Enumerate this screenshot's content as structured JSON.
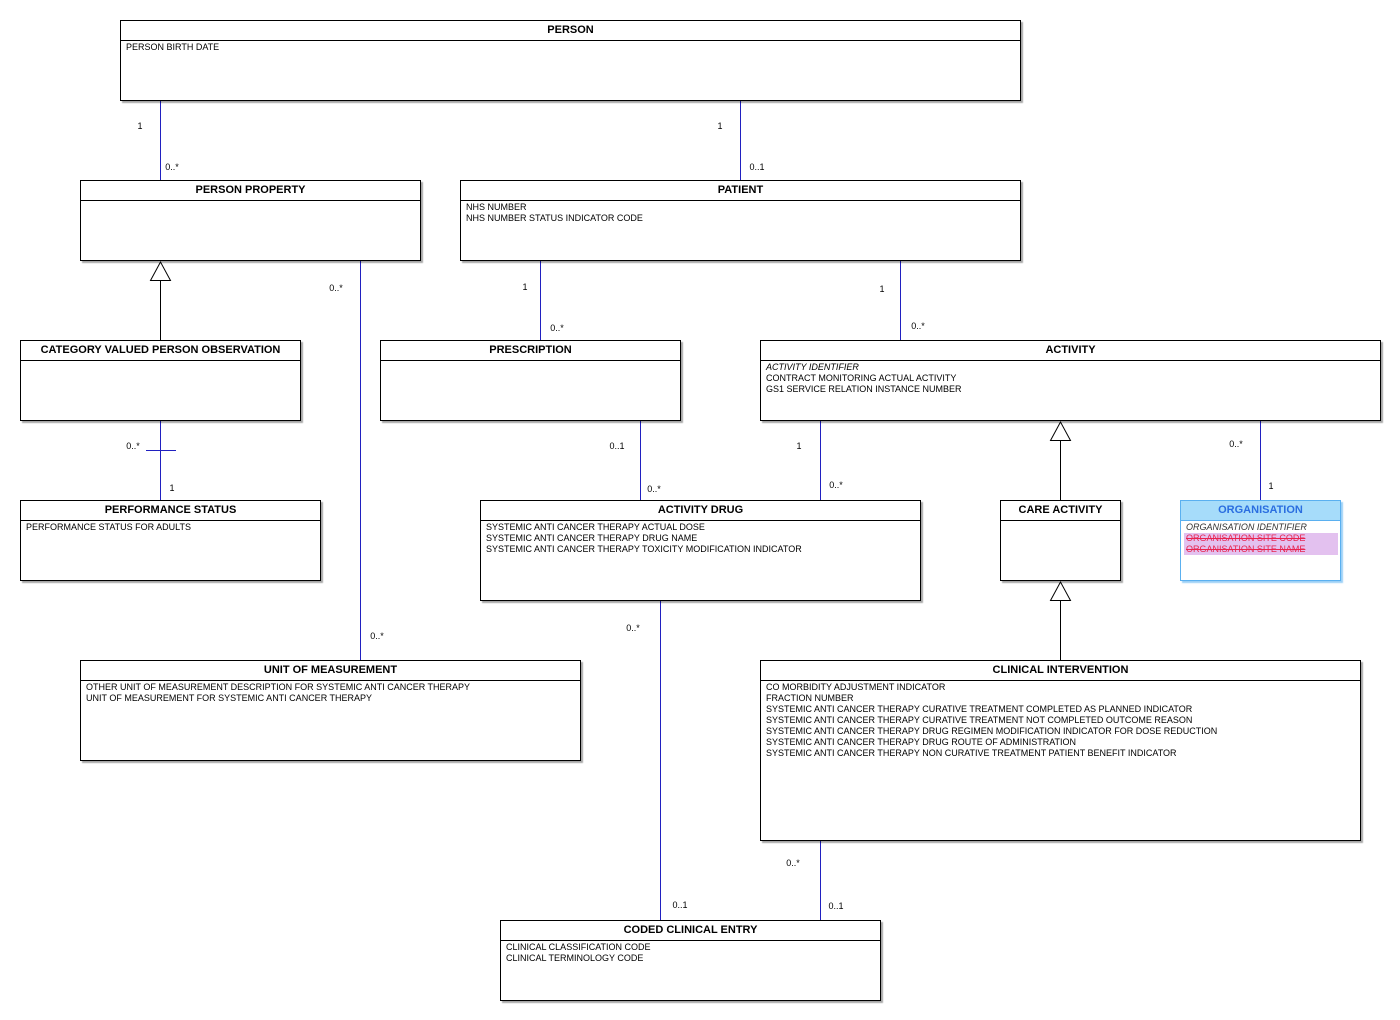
{
  "classes": {
    "person": {
      "name": "PERSON",
      "attributes": [
        "PERSON BIRTH DATE"
      ]
    },
    "person_property": {
      "name": "PERSON PROPERTY",
      "attributes": []
    },
    "patient": {
      "name": "PATIENT",
      "attributes": [
        "NHS NUMBER",
        "NHS NUMBER STATUS INDICATOR CODE"
      ]
    },
    "category_valued_person_observation": {
      "name": "CATEGORY VALUED PERSON OBSERVATION",
      "attributes": []
    },
    "prescription": {
      "name": "PRESCRIPTION",
      "attributes": []
    },
    "activity": {
      "name": "ACTIVITY",
      "attributes": [
        "ACTIVITY IDENTIFIER",
        "CONTRACT MONITORING ACTUAL ACTIVITY",
        "GS1 SERVICE RELATION INSTANCE NUMBER"
      ]
    },
    "performance_status": {
      "name": "PERFORMANCE STATUS",
      "attributes": [
        "PERFORMANCE STATUS FOR ADULTS"
      ]
    },
    "activity_drug": {
      "name": "ACTIVITY DRUG",
      "attributes": [
        "SYSTEMIC ANTI CANCER THERAPY ACTUAL DOSE",
        "SYSTEMIC ANTI CANCER THERAPY DRUG NAME",
        "SYSTEMIC ANTI CANCER THERAPY TOXICITY MODIFICATION INDICATOR"
      ]
    },
    "care_activity": {
      "name": "CARE ACTIVITY",
      "attributes": []
    },
    "organisation": {
      "name": "ORGANISATION",
      "attributes": [
        "ORGANISATION IDENTIFIER",
        "ORGANISATION SITE CODE",
        "ORGANISATION SITE NAME"
      ]
    },
    "unit_of_measurement": {
      "name": "UNIT OF MEASUREMENT",
      "attributes": [
        "OTHER UNIT OF MEASUREMENT DESCRIPTION FOR SYSTEMIC ANTI CANCER THERAPY",
        "UNIT OF MEASUREMENT FOR SYSTEMIC ANTI CANCER THERAPY"
      ]
    },
    "clinical_intervention": {
      "name": "CLINICAL INTERVENTION",
      "attributes": [
        "CO MORBIDITY ADJUSTMENT INDICATOR",
        "FRACTION NUMBER",
        "SYSTEMIC ANTI CANCER THERAPY CURATIVE TREATMENT COMPLETED AS PLANNED INDICATOR",
        "SYSTEMIC ANTI CANCER THERAPY CURATIVE TREATMENT NOT COMPLETED OUTCOME REASON",
        "SYSTEMIC ANTI CANCER THERAPY DRUG REGIMEN MODIFICATION INDICATOR FOR DOSE REDUCTION",
        "SYSTEMIC ANTI CANCER THERAPY DRUG ROUTE OF ADMINISTRATION",
        "SYSTEMIC ANTI CANCER THERAPY NON CURATIVE TREATMENT PATIENT BENEFIT INDICATOR"
      ]
    },
    "coded_clinical_entry": {
      "name": "CODED CLINICAL ENTRY",
      "attributes": [
        "CLINICAL CLASSIFICATION CODE",
        "CLINICAL TERMINOLOGY CODE"
      ]
    }
  },
  "associations": {
    "person_to_person_property": {
      "person": "1",
      "person_property": "0..*"
    },
    "person_to_patient": {
      "person": "1",
      "patient": "0..1"
    },
    "person_property_to_unit_of_measurement": {
      "person_property": "0..*",
      "unit_of_measurement": "0..*"
    },
    "patient_to_prescription": {
      "patient": "1",
      "prescription": "0..*"
    },
    "patient_to_activity": {
      "patient": "1",
      "activity": "0..*"
    },
    "category_valued_person_observation_to_performance_status": {
      "category_valued_person_observation": "0..*",
      "performance_status": "1"
    },
    "prescription_to_activity_drug": {
      "prescription": "0..1",
      "activity_drug": "0..*"
    },
    "activity_to_activity_drug": {
      "activity": "1",
      "activity_drug": "0..*"
    },
    "activity_to_organisation": {
      "activity": "0..*",
      "organisation": "1"
    },
    "activity_drug_to_coded_clinical_entry": {
      "activity_drug": "0..*",
      "coded_clinical_entry": "0..1"
    },
    "clinical_intervention_to_coded_clinical_entry": {
      "clinical_intervention": "0..*",
      "coded_clinical_entry": "0..1"
    }
  },
  "colors": {
    "association_line": "#2020c0",
    "generalization_line": "#000000",
    "highlight_header_fill": "#a6dcfa",
    "highlight_header_text": "#2a6ee0",
    "highlight_border": "#5ab0f0",
    "struck_text": "#e8234f",
    "struck_fill": "#e3c1ef"
  }
}
